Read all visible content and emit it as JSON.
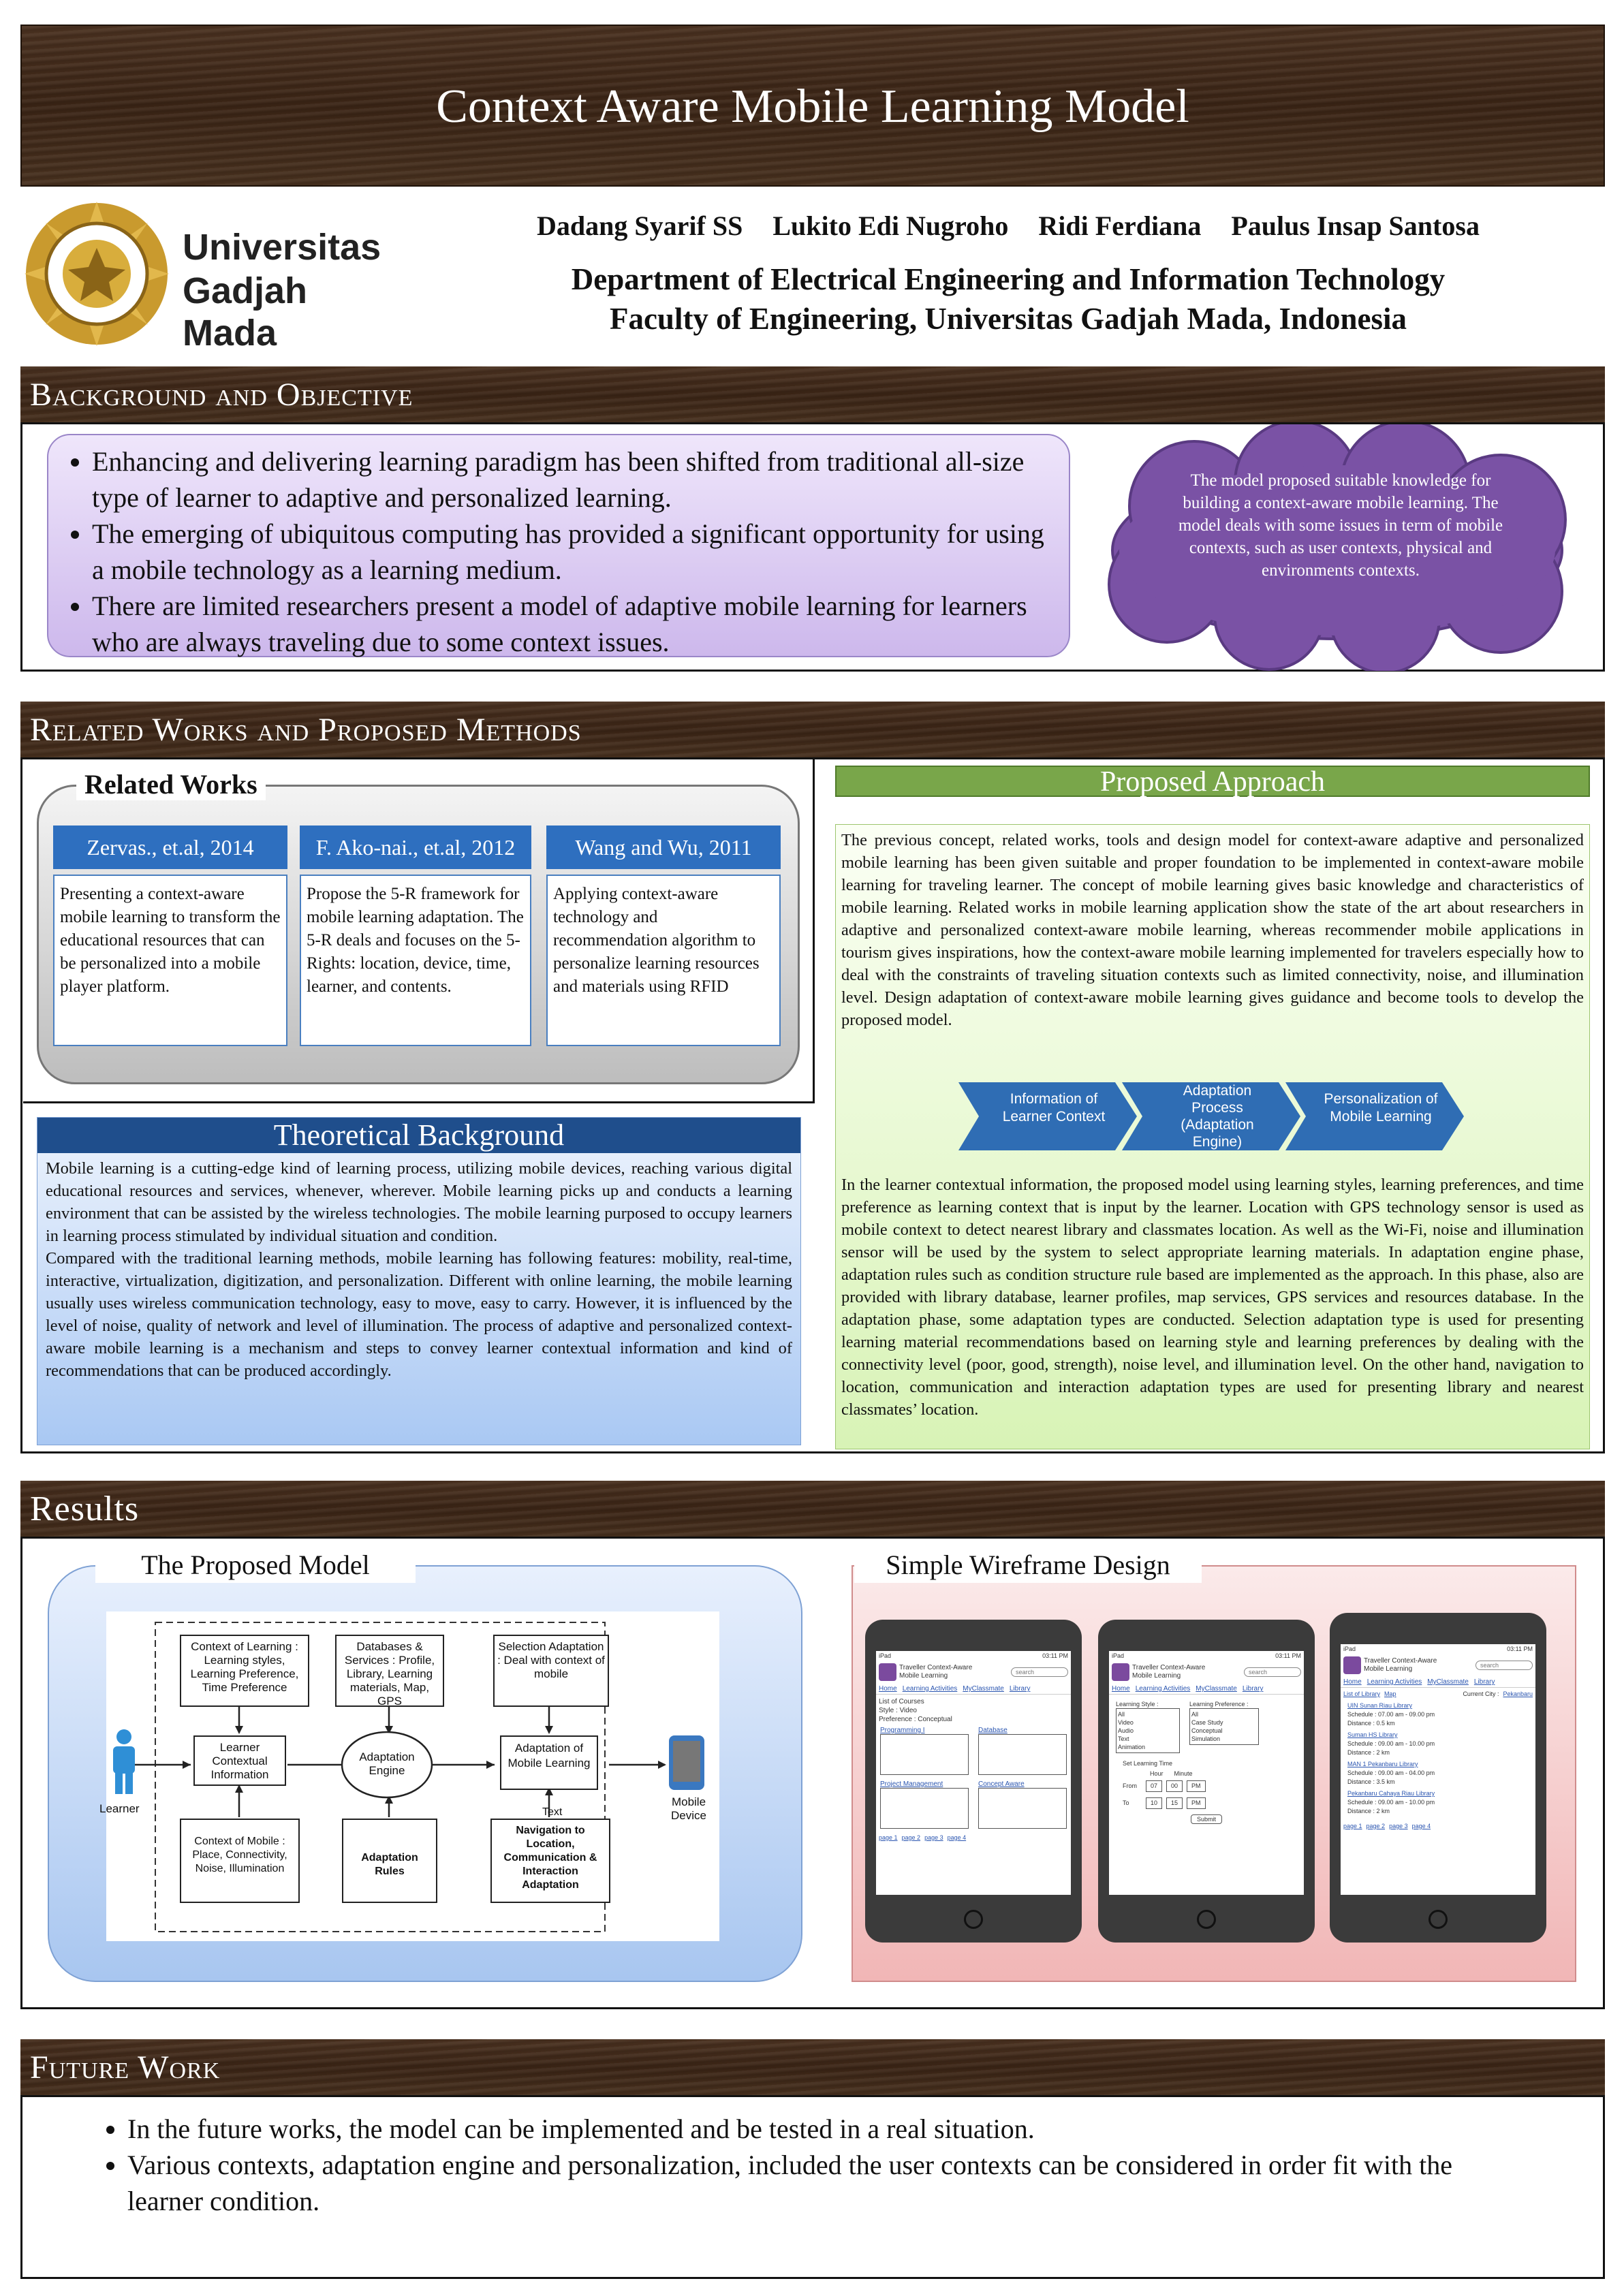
{
  "header": {
    "title": "Context Aware Mobile Learning Model",
    "logo_text_line1": "Universitas",
    "logo_text_line2": "Gadjah Mada",
    "authors": [
      "Dadang Syarif SS",
      "Lukito Edi Nugroho",
      "Ridi Ferdiana",
      "Paulus Insap Santosa"
    ],
    "department": "Department of Electrical Engineering and Information Technology",
    "faculty": "Faculty of Engineering, Universitas Gadjah Mada, Indonesia"
  },
  "background": {
    "heading": "Background and Objective",
    "bullets": [
      "Enhancing and delivering learning paradigm has been shifted from traditional all-size type of learner to adaptive and personalized learning.",
      "The emerging of ubiquitous computing has provided a significant opportunity for using a mobile technology as a learning medium.",
      "There are limited researchers present a model of adaptive mobile learning for learners who are always traveling due to some context issues."
    ],
    "cloud_text": "The model proposed suitable knowledge for building a context-aware mobile learning. The model deals with some issues in term of mobile contexts, such as user contexts, physical and environments contexts."
  },
  "related": {
    "heading": "Related Works and Proposed Methods",
    "box_title": "Related Works",
    "cards": [
      {
        "title": "Zervas., et.al, 2014",
        "body": "Presenting a context-aware mobile learning to transform the educational resources that can be personalized into a mobile player platform."
      },
      {
        "title": "F. Ako-nai., et.al, 2012",
        "body": "Propose the 5-R framework for mobile learning adaptation. The 5-R deals and focuses on the 5-Rights: location, device, time, learner, and contents."
      },
      {
        "title": "Wang and Wu, 2011",
        "body": "Applying  context-aware technology and recommendation algorithm to personalize learning resources and materials using RFID"
      }
    ]
  },
  "theory": {
    "title": "Theoretical Background",
    "para1": "Mobile learning is a cutting-edge kind of learning process, utilizing mobile devices, reaching various digital educational resources and services, whenever, wherever. Mobile learning picks up and conducts a learning environment that can be assisted by the wireless technologies. The mobile learning purposed to occupy learners in learning process stimulated by individual situation and condition.",
    "para2": "Compared with the traditional learning methods, mobile learning has following features: mobility, real-time, interactive, virtualization, digitization, and personalization. Different with online learning, the mobile learning usually uses wireless communication technology, easy to move, easy to carry. However, it is influenced by the level of noise, quality of network and level of illumination. The process of adaptive and personalized context-aware mobile learning is a mechanism and steps to convey learner contextual information and kind of recommendations that can be produced accordingly."
  },
  "approach": {
    "title": "Proposed Approach",
    "para1": "The previous concept, related works, tools and design model for context-aware adaptive and personalized mobile learning has been given suitable and proper foundation to be implemented in context-aware mobile learning for traveling learner. The concept of mobile learning gives basic knowledge and characteristics of mobile learning. Related works in mobile learning application show the state of the art about researchers in adaptive and personalized context-aware mobile learning, whereas recommender mobile applications in tourism gives inspirations, how the context-aware mobile learning implemented for travelers especially how to deal with the constraints of traveling situation contexts such as limited connectivity, noise, and illumination level. Design adaptation of context-aware mobile learning gives guidance and become tools to develop the proposed model.",
    "chevrons": [
      "Information of Learner Context",
      "Adaptation Process (Adaptation Engine)",
      "Personalization of Mobile Learning"
    ],
    "para2": "In the learner contextual information, the proposed model using learning styles, learning preferences, and time preference as learning context that is input by the learner. Location with GPS technology sensor is used as mobile context to detect nearest library and classmates location. As well as the Wi-Fi, noise and illumination sensor will be used by the system to select appropriate learning materials. In adaptation engine phase, adaptation rules such as condition structure rule based are implemented as the approach. In this phase, also are provided with library database, learner profiles, map services, GPS services and resources database. In the adaptation phase, some adaptation types are conducted. Selection adaptation type is used for presenting learning material recommendations based on learning style and learning preferences by dealing with the connectivity level (poor, good, strength), noise level, and illumination level. On the other hand, navigation to location, communication and interaction adaptation types are used for presenting library and nearest classmates’ location."
  },
  "results": {
    "heading": "Results",
    "model_title": "The Proposed Model",
    "wire_title": "Simple Wireframe Design",
    "diagram": {
      "context_learning": "Context of Learning : Learning styles, Learning Preference, Time Preference",
      "databases": "Databases & Services : Profile, Library, Learning materials, Map, GPS",
      "selection": "Selection Adaptation : Deal with context of mobile",
      "learner_context": "Learner Contextual Information",
      "engine": "Adaptation Engine",
      "adapt_ml": "Adaptation of Mobile Learning",
      "text_label": "Text",
      "context_mobile": "Context of Mobile : Place, Connectivity, Noise, Illumination",
      "rules": "Adaptation Rules",
      "navigation": "Navigation to Location, Communication & Interaction Adaptation",
      "learner": "Learner",
      "device": "Mobile Device"
    },
    "wireframe": {
      "app_name": "Traveller Context-Aware Mobile Learning",
      "search_placeholder": "search",
      "status_left": "iPad",
      "status_time": "03:11 PM",
      "nav": [
        "Home",
        "Learning Activities",
        "MyClassmate",
        "Library"
      ],
      "s1": {
        "list_label": "List of Courses",
        "style": "Style : Video",
        "preference": "Preference : Conceptual",
        "courses": [
          "Programming I",
          "Database",
          "Project Management",
          "Concept Aware"
        ],
        "pages": [
          "page 1",
          "page 2",
          "page 3",
          "page 4"
        ]
      },
      "s2": {
        "style_label": "Learning Style :",
        "pref_label": "Learning Preference :",
        "styles": [
          "All",
          "Video",
          "Audio",
          "Text",
          "Animation"
        ],
        "prefs": [
          "All",
          "Case Study",
          "Conceptual",
          "Simulation"
        ],
        "set_learning": "Set Learning Time",
        "hour": "Hour",
        "minute": "Minute",
        "from_label": "From",
        "to_label": "To",
        "from": [
          "07",
          "00",
          "PM"
        ],
        "to": [
          "10",
          "15",
          "PM"
        ],
        "submit": "Submit"
      },
      "s3": {
        "list_label": "List of Library",
        "map": "Map",
        "city_label": "Current City :",
        "city": "Pekanbaru",
        "libraries": [
          {
            "name": "UIN Sunan Riau Library",
            "schedule": "Schedule : 07.00 am - 09.00 pm",
            "distance": "Distance : 0.5 km"
          },
          {
            "name": "Suman HS Library",
            "schedule": "Schedule : 09.00 am - 10.00 pm",
            "distance": "Distance : 2 km"
          },
          {
            "name": "MAN 1 Pekanbaru Library",
            "schedule": "Schedule : 09.00 am - 04.00 pm",
            "distance": "Distance : 3.5 km"
          },
          {
            "name": "Pekanbaru Cahaya Riau Library",
            "schedule": "Schedule : 09.00 am - 10.00 pm",
            "distance": "Distance : 2 km"
          }
        ],
        "pages": [
          "page 1",
          "page 2",
          "page 3",
          "page 4"
        ]
      }
    }
  },
  "future": {
    "heading": "Future Work",
    "bullets": [
      "In the future works, the model can be implemented and be tested in a real situation.",
      "Various contexts, adaptation engine and personalization, included the user contexts can be considered in order fit with the learner condition."
    ]
  }
}
